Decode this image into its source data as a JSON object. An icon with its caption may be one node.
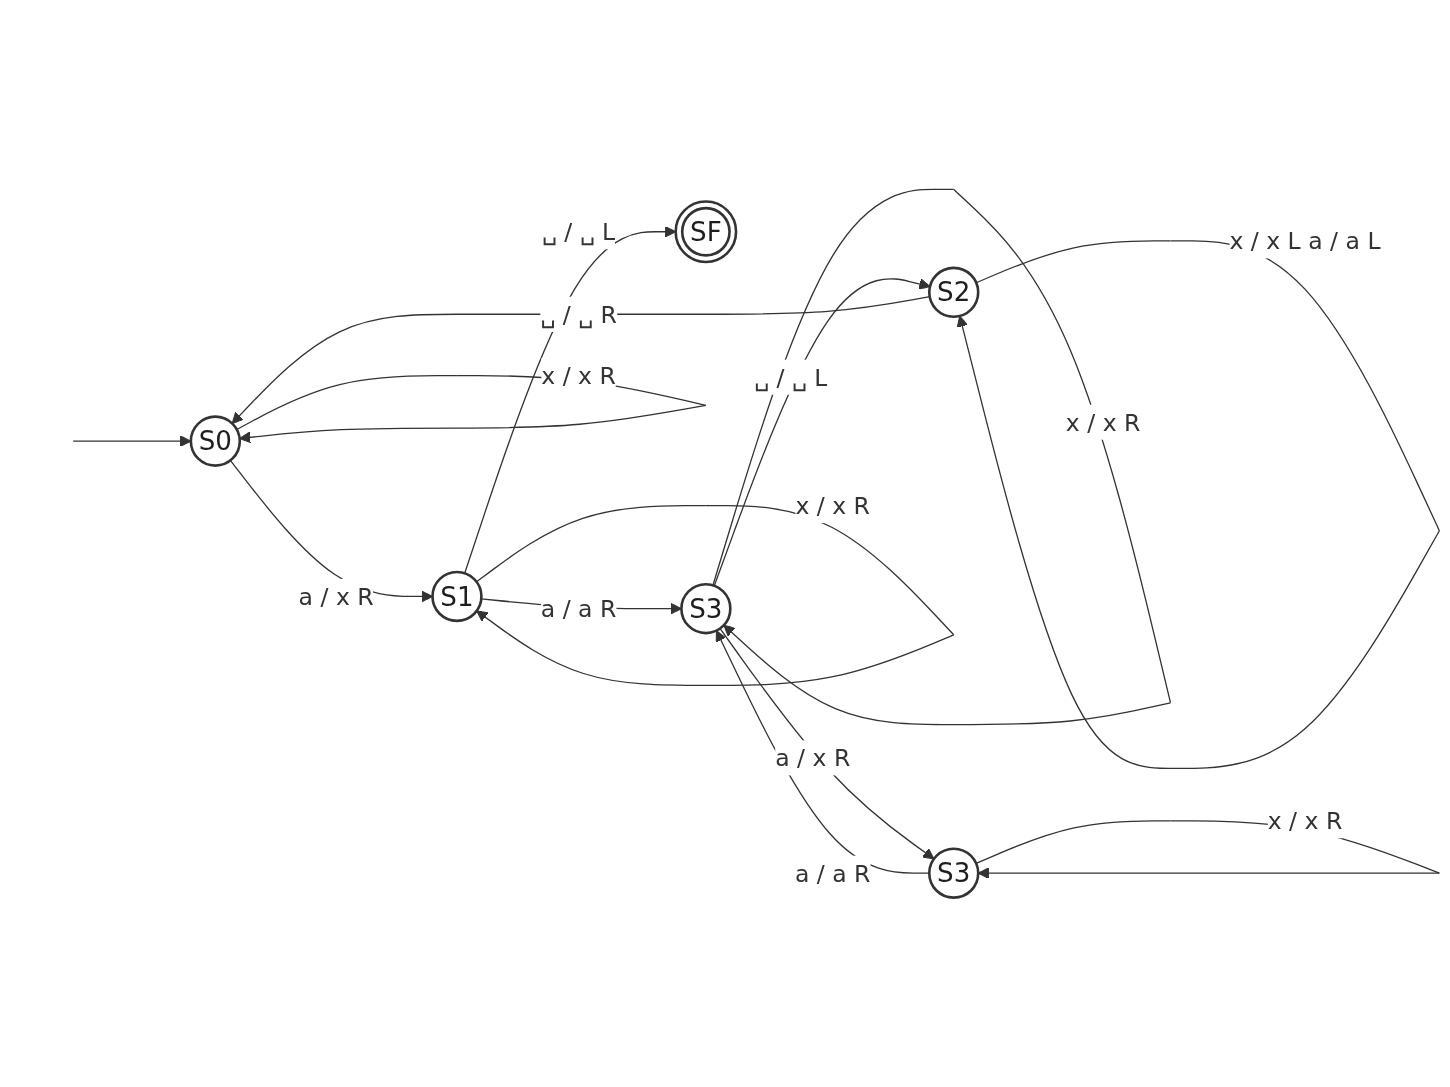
{
  "diagram": {
    "nodes": [
      {
        "text": [
          "S0"
        ]
      },
      {
        "text": [
          "S1"
        ]
      },
      {
        "text": [
          "SF"
        ]
      },
      {
        "text": [
          "S2"
        ]
      },
      {
        "text": [
          "S3"
        ]
      },
      {
        "text": [
          "S3"
        ]
      }
    ],
    "edges": [
      {
        "from": null,
        "to": 0,
        "arrow": "to"
      },
      {
        "from": 0,
        "to": 0,
        "arrow": "to",
        "label": "x / x R"
      },
      {
        "from": 0,
        "to": 1,
        "arrow": "to",
        "label": "a / x R"
      },
      {
        "from": 1,
        "to": 1,
        "arrow": "to",
        "label": "x / x R"
      },
      {
        "from": 1,
        "to": 2,
        "arrow": "to",
        "label": "␣ / ␣ L"
      },
      {
        "from": 1,
        "to": 4,
        "arrow": "to",
        "label": "a / a R"
      },
      {
        "from": 3,
        "to": 0,
        "arrow": "to",
        "label": "␣ / ␣ R"
      },
      {
        "from": 4,
        "to": 3,
        "arrow": "to",
        "label": "␣ / ␣ L"
      },
      {
        "from": 4,
        "to": 5,
        "arrow": "to",
        "label": "a / x R"
      },
      {
        "from": 5,
        "to": 4,
        "arrow": "to",
        "label": "a / a R"
      },
      {
        "from": 3,
        "to": 3,
        "arrow": "to",
        "label": "x / x L a / a L"
      },
      {
        "from": 4,
        "to": 4,
        "arrow": "to",
        "label": "x / x R"
      },
      {
        "from": 5,
        "to": 5,
        "arrow": "to",
        "label": "x / x R"
      }
    ]
  }
}
